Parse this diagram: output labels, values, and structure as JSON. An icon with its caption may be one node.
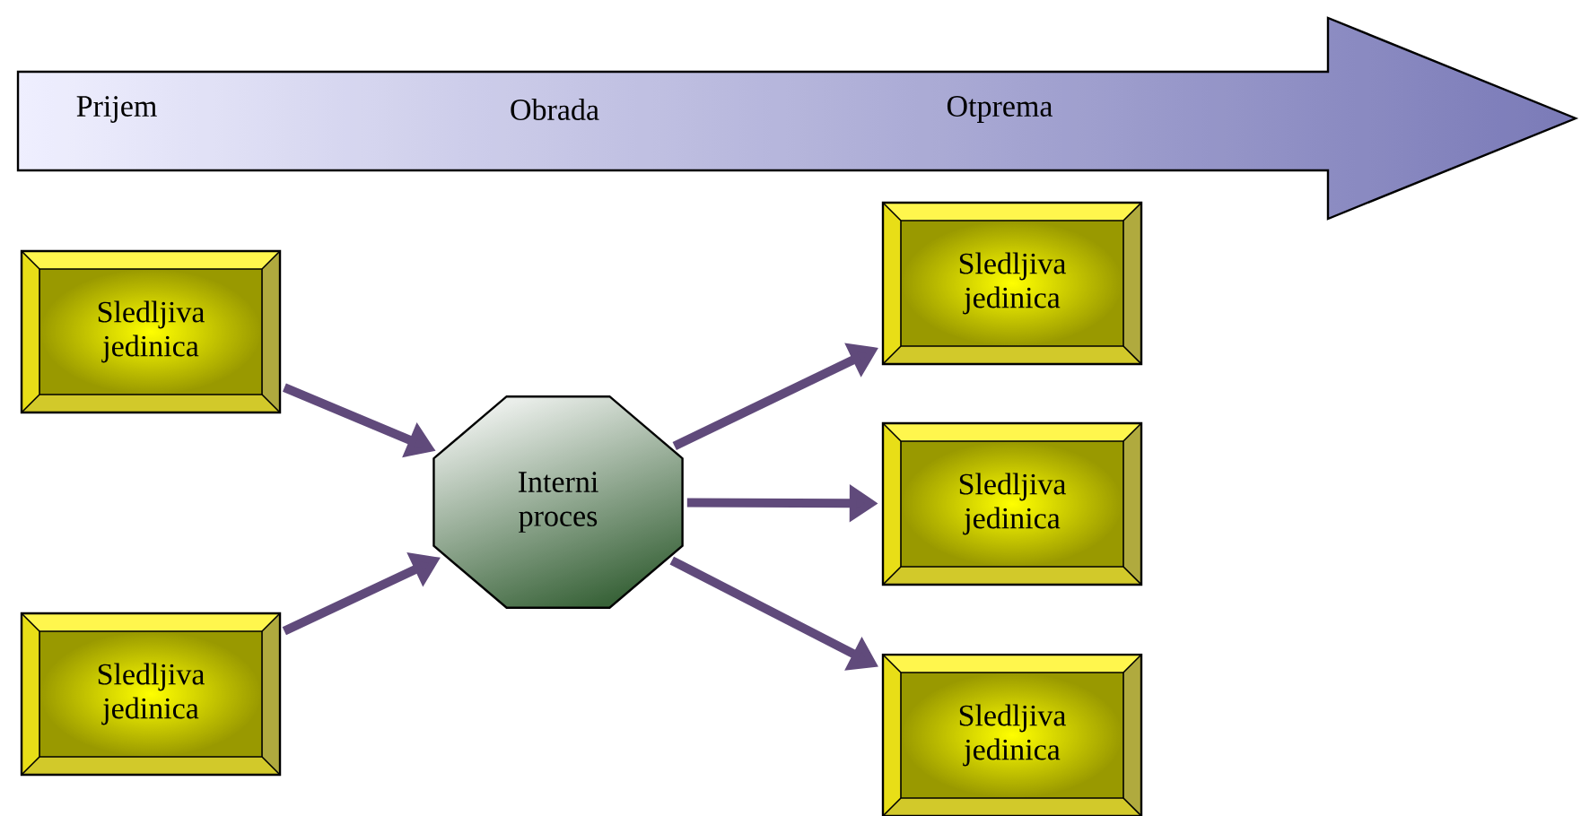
{
  "diagram": {
    "nodes": [
      {
        "text": [
          "Prijem",
          "Obrada",
          "Otprema"
        ]
      },
      {
        "text": [
          "Sledljiva jedinica"
        ]
      },
      {
        "text": [
          "Sledljiva jedinica"
        ]
      },
      {
        "text": [
          "Interni proces"
        ]
      },
      {
        "text": [
          "Sledljiva jedinica"
        ]
      },
      {
        "text": [
          "Sledljiva jedinica"
        ]
      },
      {
        "text": [
          "Sledljiva jedinica"
        ]
      }
    ],
    "edges": [
      {
        "from": 1,
        "to": 3,
        "arrow": "to"
      },
      {
        "from": 2,
        "to": 3,
        "arrow": "to"
      },
      {
        "from": 3,
        "to": 4,
        "arrow": "to"
      },
      {
        "from": 3,
        "to": 5,
        "arrow": "to"
      },
      {
        "from": 3,
        "to": 6,
        "arrow": "to"
      }
    ]
  }
}
